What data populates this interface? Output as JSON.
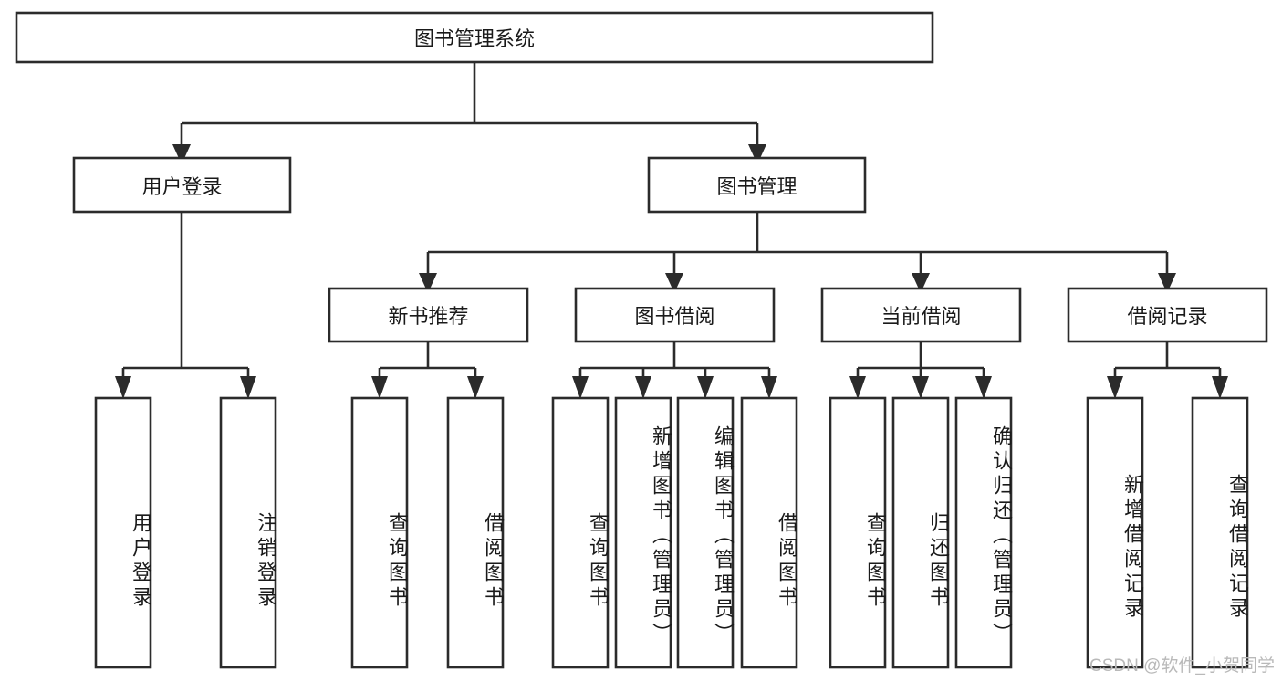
{
  "diagram": {
    "type": "tree-flowchart",
    "title_node": {
      "id": "root",
      "label": "图书管理系统"
    },
    "colors": {
      "box_stroke": "#2b2b2b",
      "box_fill": "#ffffff",
      "connector": "#2b2b2b",
      "text": "#1a1a1a",
      "watermark": "#b9b9b9",
      "background": "#ffffff"
    },
    "levels": {
      "level1": [
        {
          "id": "root",
          "label": "图书管理系统",
          "orientation": "horizontal"
        }
      ],
      "level2": [
        {
          "id": "user-login",
          "label": "用户登录",
          "orientation": "horizontal"
        },
        {
          "id": "book-manage",
          "label": "图书管理",
          "orientation": "horizontal"
        }
      ],
      "level3": [
        {
          "id": "new-book-rec",
          "label": "新书推荐",
          "orientation": "horizontal",
          "parent": "book-manage"
        },
        {
          "id": "book-borrow",
          "label": "图书借阅",
          "orientation": "horizontal",
          "parent": "book-manage"
        },
        {
          "id": "current-borrow",
          "label": "当前借阅",
          "orientation": "horizontal",
          "parent": "book-manage"
        },
        {
          "id": "borrow-record",
          "label": "借阅记录",
          "orientation": "horizontal",
          "parent": "book-manage"
        }
      ],
      "level4": [
        {
          "id": "leaf-user-login",
          "label": "用户登录",
          "orientation": "vertical",
          "parent": "user-login"
        },
        {
          "id": "leaf-logout",
          "label": "注销登录",
          "orientation": "vertical",
          "parent": "user-login"
        },
        {
          "id": "leaf-query-book-1",
          "label": "查询图书",
          "orientation": "vertical",
          "parent": "new-book-rec"
        },
        {
          "id": "leaf-borrow-book-1",
          "label": "借阅图书",
          "orientation": "vertical",
          "parent": "new-book-rec"
        },
        {
          "id": "leaf-query-book-2",
          "label": "查询图书",
          "orientation": "vertical",
          "parent": "book-borrow"
        },
        {
          "id": "leaf-add-book",
          "label": "新增图书（管理员）",
          "orientation": "vertical",
          "parent": "book-borrow"
        },
        {
          "id": "leaf-edit-book",
          "label": "编辑图书（管理员）",
          "orientation": "vertical",
          "parent": "book-borrow"
        },
        {
          "id": "leaf-borrow-book-2",
          "label": "借阅图书",
          "orientation": "vertical",
          "parent": "book-borrow"
        },
        {
          "id": "leaf-query-book-3",
          "label": "查询图书",
          "orientation": "vertical",
          "parent": "current-borrow"
        },
        {
          "id": "leaf-return-book",
          "label": "归还图书",
          "orientation": "vertical",
          "parent": "current-borrow"
        },
        {
          "id": "leaf-confirm-return",
          "label": "确认归还（管理员）",
          "orientation": "vertical",
          "parent": "current-borrow"
        },
        {
          "id": "leaf-add-record",
          "label": "新增借阅记录",
          "orientation": "vertical",
          "parent": "borrow-record"
        },
        {
          "id": "leaf-query-record",
          "label": "查询借阅记录",
          "orientation": "vertical",
          "parent": "borrow-record"
        }
      ]
    },
    "watermark": "CSDN @软件_小贺同学"
  }
}
